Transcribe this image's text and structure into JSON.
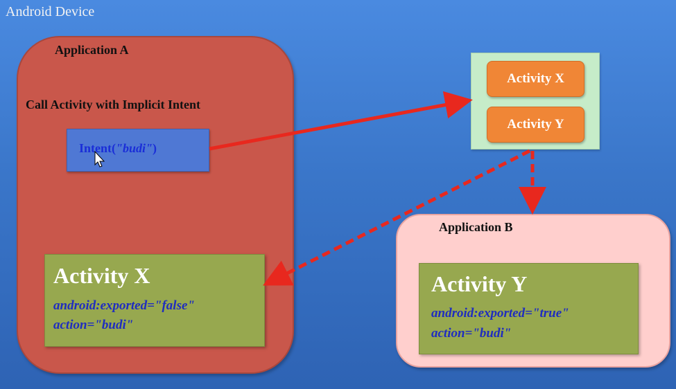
{
  "device": {
    "title": "Android Device"
  },
  "app_a": {
    "title": "Application A",
    "call_label": "Call Activity with Implicit Intent",
    "intent": {
      "prefix": "Intent(",
      "arg": "\"budi\"",
      "suffix": ")"
    },
    "activity": {
      "title": "Activity X",
      "exported": "android:exported=\"false\"",
      "action": "action=\"budi\""
    }
  },
  "resolver": {
    "items": [
      "Activity X",
      "Activity Y"
    ]
  },
  "app_b": {
    "title": "Application B",
    "activity": {
      "title": "Activity Y",
      "exported": "android:exported=\"true\"",
      "action": "action=\"budi\""
    }
  },
  "colors": {
    "arrow": "#e8281e",
    "app_a_fill": "#c9574b",
    "app_b_fill": "#ffcfcd",
    "activity_fill": "#97a84f",
    "resolver_fill": "#c6ecc9",
    "resolver_button": "#f08636"
  }
}
